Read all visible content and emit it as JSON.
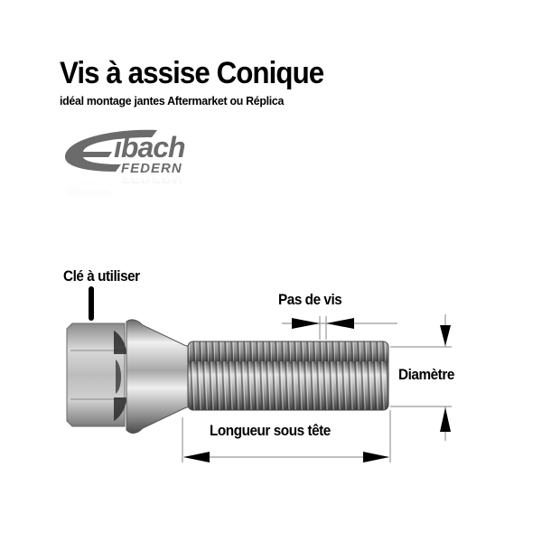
{
  "header": {
    "title": "Vis à assise Conique",
    "subtitle": "idéal montage jantes Aftermarket ou Réplica"
  },
  "logo": {
    "brand": "Eibach",
    "sub": "FEDERN",
    "color": "#6b6b6b"
  },
  "diagram": {
    "subject": "wheel-bolt-conical-seat",
    "labels": {
      "wrench": "Clé à utiliser",
      "thread_pitch": "Pas de vis",
      "diameter": "Diamètre",
      "length": "Longueur sous tête"
    },
    "colors": {
      "metal_light": "#e8e8e8",
      "metal_mid": "#b5b5b5",
      "metal_dark": "#5a5a5a",
      "dimension_line": "#9a9a9a",
      "arrow": "#000000"
    }
  }
}
